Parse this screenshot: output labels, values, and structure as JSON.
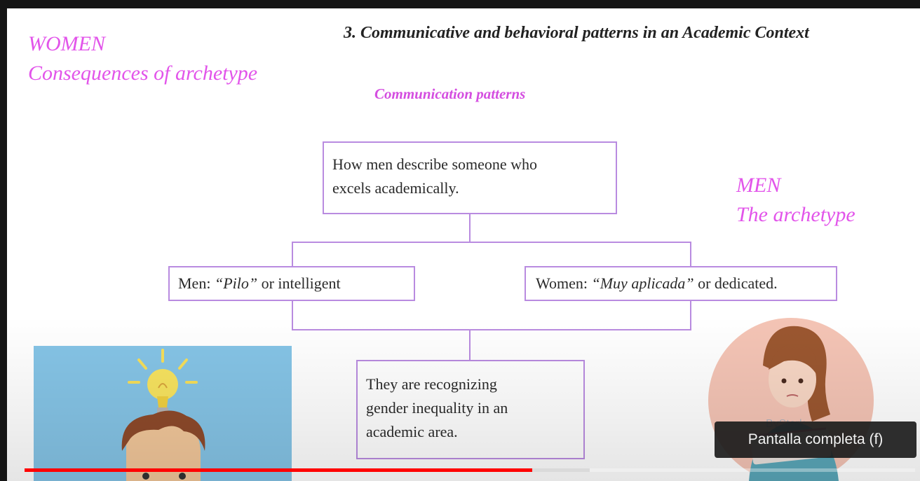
{
  "slide": {
    "heading": "3. Communicative and behavioral patterns in an Academic Context",
    "subheading": "Communication patterns",
    "left_title_line1": "WOMEN",
    "left_title_line2": "Consequences of archetype",
    "right_title_line1": "MEN",
    "right_title_line2": "The archetype",
    "box_root_line1": "How men describe someone who",
    "box_root_line2": "excels academically.",
    "box_men_prefix": "Men: ",
    "box_men_italic": "“Pilo”",
    "box_men_suffix": " or intelligent",
    "box_women_prefix": "Women: ",
    "box_women_italic": "“Muy aplicada”",
    "box_women_suffix": " or dedicated.",
    "box_bottom_line1": "They are recognizing",
    "box_bottom_line2": "gender inequality in an",
    "box_bottom_line3": "academic area.",
    "watermark": "ByStark"
  },
  "player": {
    "tooltip": "Pantalla completa (f)",
    "progress_played_fraction": 0.57,
    "progress_buffered_fraction": 0.635
  },
  "colors": {
    "accent_magenta": "#e254ea",
    "box_border": "#b98be0",
    "progress_red": "#ff0000",
    "illustration_bg": "#85c4e6"
  },
  "icons": {
    "man_illustration": "man-with-lightbulb-icon",
    "woman_illustration": "woman-studying-icon",
    "lightbulb": "lightbulb-icon"
  }
}
